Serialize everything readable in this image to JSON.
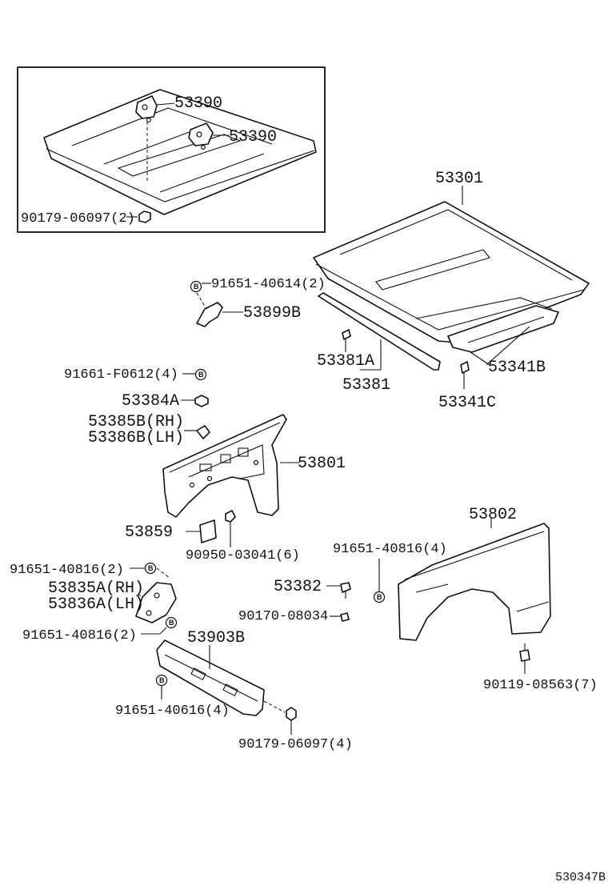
{
  "inset": {
    "labels": {
      "bracket_upper": "53390",
      "bracket_lower": "53390",
      "nut": "90179-06097(2)"
    }
  },
  "labels": {
    "hood": "53301",
    "hood_bolt": "91651-40614(2)",
    "hood_hinge": "53899B",
    "seal_clip": "53381A",
    "seal": "53381",
    "hood_insulator": "53341B",
    "insulator_clip": "53341C",
    "bolt_4": "91661-F0612(4)",
    "cushion": "53384A",
    "bracket_rh": "53385B(RH)",
    "bracket_lh": "53386B(LH)",
    "apron": "53801",
    "cover": "53859",
    "clip_6": "90950-03041(6)",
    "fender": "53802",
    "fender_bolt": "91651-40816(4)",
    "stay": "53382",
    "screw": "90170-08034",
    "bolt_a": "91651-40816(2)",
    "brace_rh": "53835A(RH)",
    "brace_lh": "53836A(LH)",
    "bolt_b": "91651-40816(2)",
    "support": "53903B",
    "support_bolt": "91651-40616(4)",
    "support_nut": "90179-06097(4)",
    "fender_screw": "90119-08563(7)"
  },
  "badge_letter": "B",
  "diagram_code": "530347B"
}
